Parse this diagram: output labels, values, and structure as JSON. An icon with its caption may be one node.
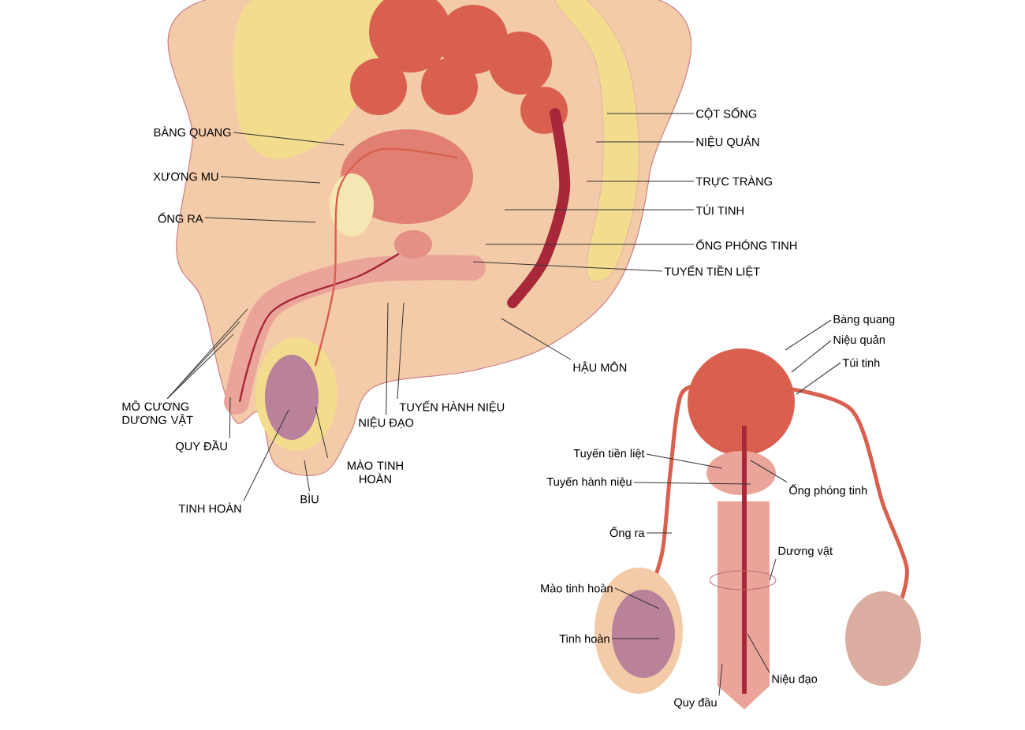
{
  "diagram": {
    "nodes": [
      {
        "text": [
          "BÀNG QUANG"
        ]
      },
      {
        "text": [
          "XƯƠNG MU"
        ]
      },
      {
        "text": [
          "ỐNG RA"
        ]
      },
      {
        "text": [
          "CỘT SỐNG"
        ]
      },
      {
        "text": [
          "NIỆU QUẢN"
        ]
      },
      {
        "text": [
          "TRỰC TRÀNG"
        ]
      },
      {
        "text": [
          "TÚI TINH"
        ]
      },
      {
        "text": [
          "ỐNG PHÓNG TINH"
        ]
      },
      {
        "text": [
          "TUYẾN TIỀN LIỆT"
        ]
      },
      {
        "text": [
          "HẬU MÔN"
        ]
      },
      {
        "text": [
          "TUYẾN HÀNH NIỆU"
        ]
      },
      {
        "text": [
          "MÔ CƯƠNG DƯƠNG VẬT"
        ]
      },
      {
        "text": [
          "QUY ĐẦU"
        ]
      },
      {
        "text": [
          "NIỆU ĐẠO"
        ]
      },
      {
        "text": [
          "MÀO TINH HOÀN"
        ]
      },
      {
        "text": [
          "BÌU"
        ]
      },
      {
        "text": [
          "TINH HOÀN"
        ]
      },
      {
        "text": [
          "Bàng quang"
        ]
      },
      {
        "text": [
          "Niệu quản"
        ]
      },
      {
        "text": [
          "Túi tinh"
        ]
      },
      {
        "text": [
          "Tuyến tiền liệt"
        ]
      },
      {
        "text": [
          "Tuyến hành niệu"
        ]
      },
      {
        "text": [
          "Ống phóng tinh"
        ]
      },
      {
        "text": [
          "Ống ra"
        ]
      },
      {
        "text": [
          "Dương vật"
        ]
      },
      {
        "text": [
          "Mào tinh hoàn"
        ]
      },
      {
        "text": [
          "Tinh hoàn"
        ]
      },
      {
        "text": [
          "Niệu đạo"
        ]
      },
      {
        "text": [
          "Quy đầu"
        ]
      }
    ],
    "edges": [
      {
        "from": 0,
        "to": null,
        "arrow": "none"
      },
      {
        "from": 1,
        "to": null,
        "arrow": "none"
      },
      {
        "from": 2,
        "to": null,
        "arrow": "none"
      },
      {
        "from": 3,
        "to": null,
        "arrow": "none"
      },
      {
        "from": 4,
        "to": null,
        "arrow": "none"
      },
      {
        "from": 5,
        "to": null,
        "arrow": "none"
      },
      {
        "from": 6,
        "to": null,
        "arrow": "none"
      },
      {
        "from": 7,
        "to": null,
        "arrow": "none"
      },
      {
        "from": 8,
        "to": null,
        "arrow": "none"
      },
      {
        "from": 9,
        "to": null,
        "arrow": "none"
      },
      {
        "from": 10,
        "to": null,
        "arrow": "none"
      },
      {
        "from": 11,
        "to": null,
        "arrow": "none"
      },
      {
        "from": 11,
        "to": null,
        "arrow": "none"
      },
      {
        "from": 11,
        "to": null,
        "arrow": "none"
      },
      {
        "from": 12,
        "to": null,
        "arrow": "none"
      },
      {
        "from": 13,
        "to": null,
        "arrow": "none"
      },
      {
        "from": 14,
        "to": null,
        "arrow": "none"
      },
      {
        "from": 15,
        "to": null,
        "arrow": "none"
      },
      {
        "from": 16,
        "to": null,
        "arrow": "none"
      },
      {
        "from": 17,
        "to": null,
        "arrow": "none"
      },
      {
        "from": 18,
        "to": null,
        "arrow": "none"
      },
      {
        "from": 19,
        "to": null,
        "arrow": "none"
      },
      {
        "from": 20,
        "to": null,
        "arrow": "none"
      },
      {
        "from": 21,
        "to": null,
        "arrow": "none"
      },
      {
        "from": 22,
        "to": null,
        "arrow": "none"
      },
      {
        "from": 23,
        "to": null,
        "arrow": "none"
      },
      {
        "from": 24,
        "to": null,
        "arrow": "none"
      },
      {
        "from": 25,
        "to": null,
        "arrow": "none"
      },
      {
        "from": 26,
        "to": null,
        "arrow": "none"
      },
      {
        "from": 27,
        "to": null,
        "arrow": "none"
      },
      {
        "from": 28,
        "to": null,
        "arrow": "none"
      }
    ]
  }
}
